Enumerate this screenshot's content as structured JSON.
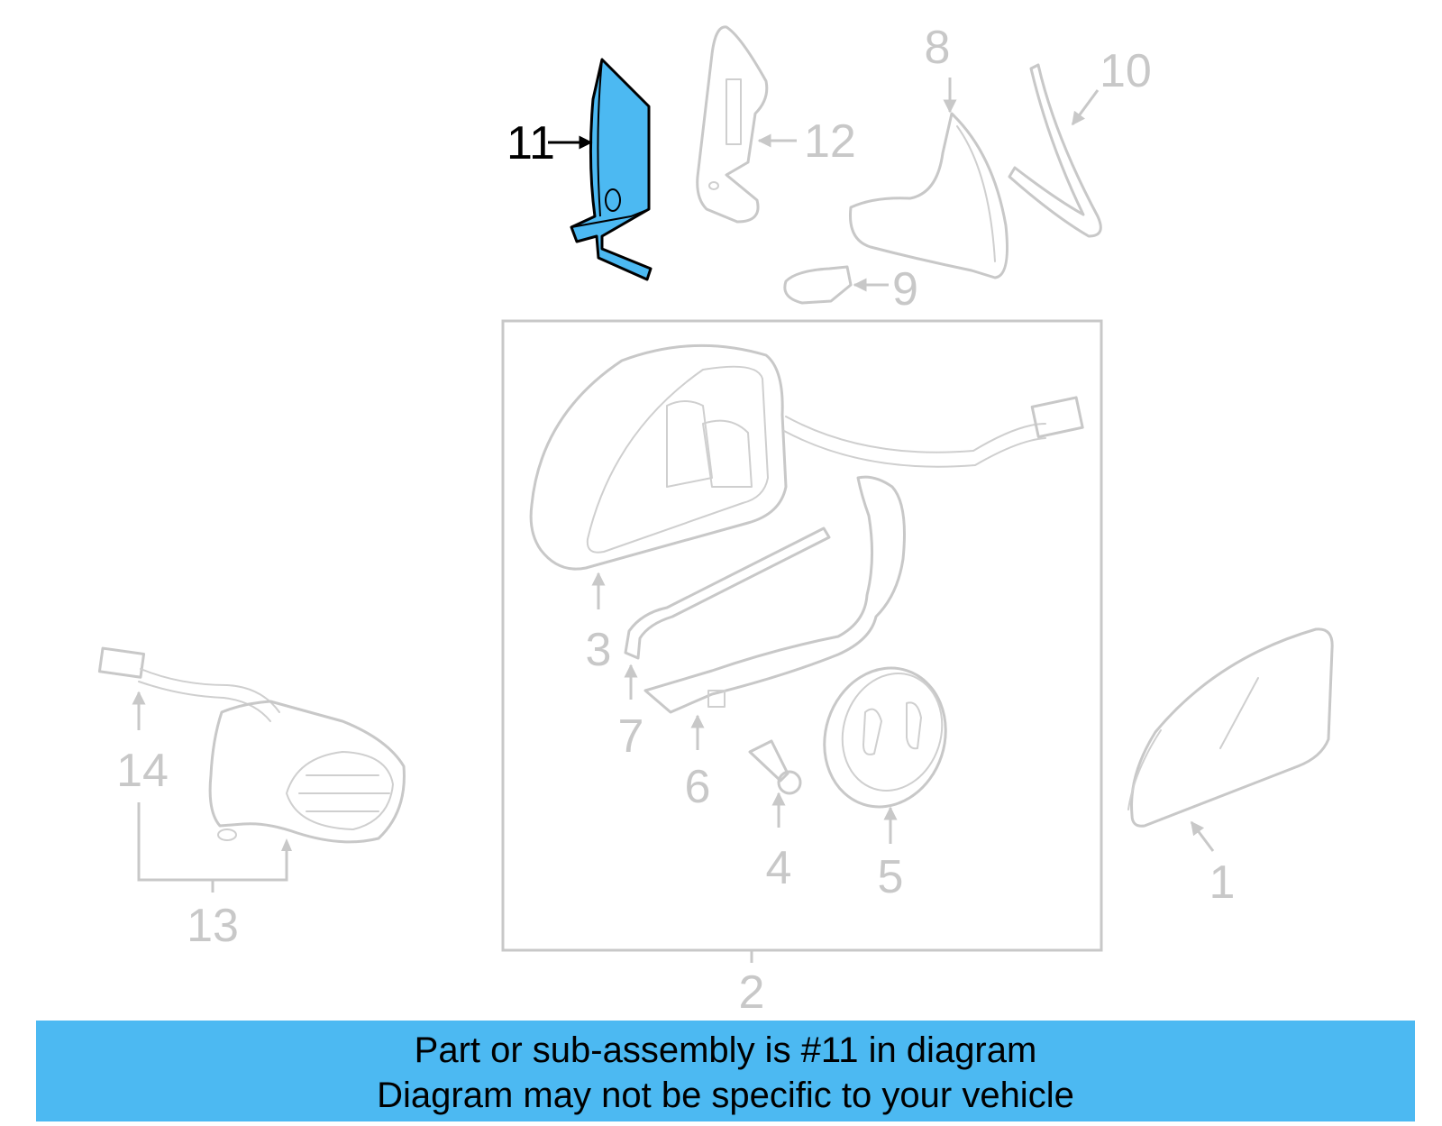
{
  "callouts": {
    "c1": "1",
    "c2": "2",
    "c3": "3",
    "c4": "4",
    "c5": "5",
    "c6": "6",
    "c7": "7",
    "c8": "8",
    "c9": "9",
    "c10": "10",
    "c11": "11",
    "c12": "12",
    "c13": "13",
    "c14": "14"
  },
  "highlight_color": "#4cb9f2",
  "banner": {
    "line1": "Part or sub-assembly is #11 in diagram",
    "line2": "Diagram may not be specific to your vehicle"
  }
}
